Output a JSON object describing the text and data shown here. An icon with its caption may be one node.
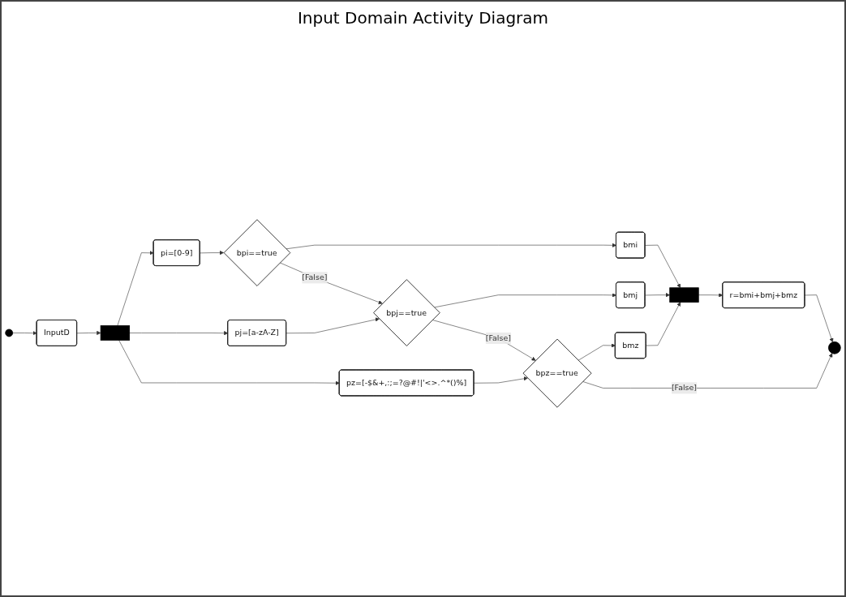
{
  "diagram": {
    "title": "Input Domain Activity Diagram",
    "nodes": [
      {
        "text": [],
        "shape": "circle"
      },
      {
        "text": [
          "InputD"
        ]
      },
      {
        "text": [],
        "shape": "bar"
      },
      {
        "text": [
          "pi=[0-9]"
        ]
      },
      {
        "text": [
          "bpi==true"
        ]
      },
      {
        "text": [
          "bmi"
        ]
      },
      {
        "text": [
          "pj=[a-zA-Z]"
        ]
      },
      {
        "text": [
          "bpj==true"
        ]
      },
      {
        "text": [
          "bmj"
        ]
      },
      {
        "text": [
          "pz=[-$&+,:;=?@#!|'<>.^*()%]"
        ]
      },
      {
        "text": [
          "bpz==true"
        ]
      },
      {
        "text": [
          "bmz"
        ]
      },
      {
        "text": [],
        "shape": "bar"
      },
      {
        "text": [
          "r=bmi+bmj+bmz"
        ]
      },
      {
        "text": [],
        "shape": "circle"
      }
    ],
    "edges": [
      {
        "from": 0,
        "to": 1,
        "arrow": "to"
      },
      {
        "from": 1,
        "to": 2,
        "arrow": "to"
      },
      {
        "from": 2,
        "to": 3,
        "arrow": "to"
      },
      {
        "from": 2,
        "to": 6,
        "arrow": "to"
      },
      {
        "from": 2,
        "to": 9,
        "arrow": "to"
      },
      {
        "from": 3,
        "to": 4,
        "arrow": "to"
      },
      {
        "from": 4,
        "to": 5,
        "arrow": "to"
      },
      {
        "from": 4,
        "to": 7,
        "arrow": "to",
        "label": "[False]"
      },
      {
        "from": 6,
        "to": 7,
        "arrow": "to"
      },
      {
        "from": 7,
        "to": 8,
        "arrow": "to"
      },
      {
        "from": 7,
        "to": 10,
        "arrow": "to",
        "label": "[False]"
      },
      {
        "from": 9,
        "to": 10,
        "arrow": "to"
      },
      {
        "from": 10,
        "to": 11,
        "arrow": "to"
      },
      {
        "from": 10,
        "to": 14,
        "arrow": "to",
        "label": "[False]"
      },
      {
        "from": 11,
        "to": 12,
        "arrow": "to"
      },
      {
        "from": 8,
        "to": 12,
        "arrow": "to"
      },
      {
        "from": 5,
        "to": 12,
        "arrow": "to"
      },
      {
        "from": 12,
        "to": 13,
        "arrow": "to"
      },
      {
        "from": 13,
        "to": 14,
        "arrow": "to"
      }
    ]
  }
}
